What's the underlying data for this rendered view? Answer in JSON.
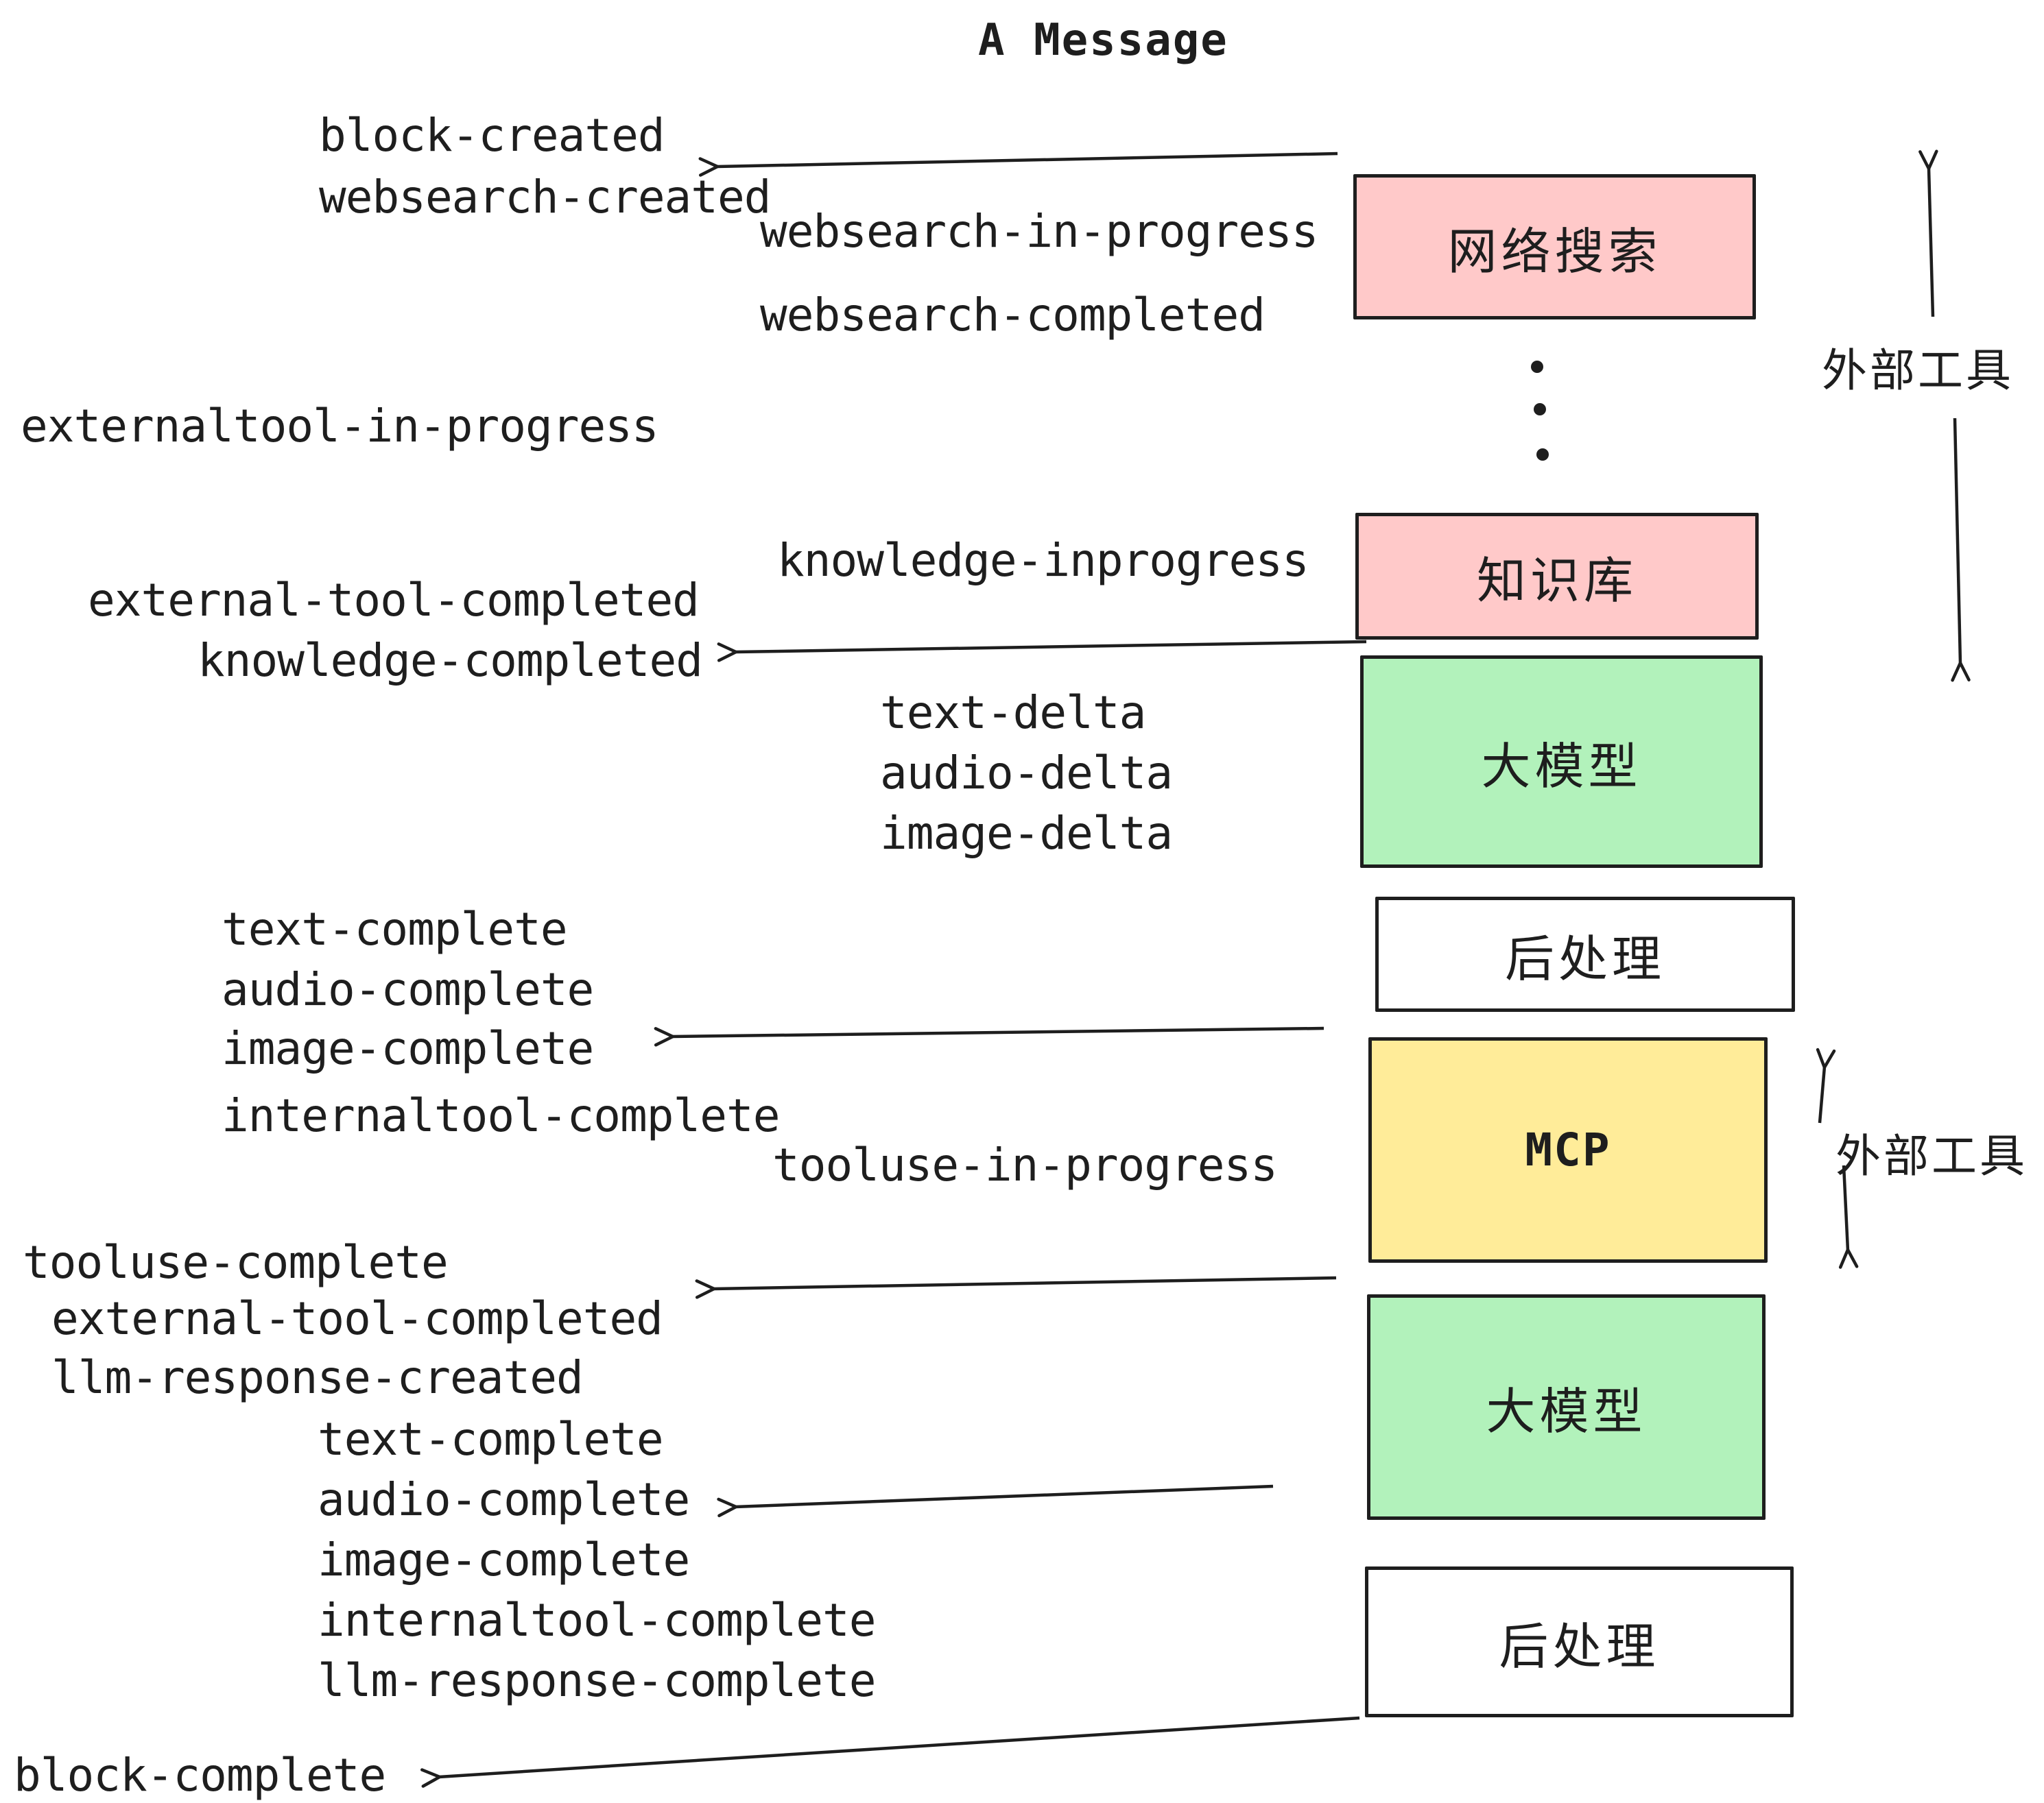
{
  "title": "A Message",
  "colors": {
    "pink": "#ffc9c9",
    "green": "#b2f2bb",
    "yellow": "#ffec99",
    "white": "#ffffff",
    "ink": "#1e1e1e"
  },
  "boxes": [
    {
      "id": "websearch",
      "label": "网络搜索",
      "color": "pink"
    },
    {
      "id": "knowledge",
      "label": "知识库",
      "color": "pink"
    },
    {
      "id": "llm-1",
      "label": "大模型",
      "color": "green"
    },
    {
      "id": "post-1",
      "label": "后处理",
      "color": "white"
    },
    {
      "id": "mcp",
      "label": "MCP",
      "color": "yellow"
    },
    {
      "id": "llm-2",
      "label": "大模型",
      "color": "green"
    },
    {
      "id": "post-2",
      "label": "后处理",
      "color": "white"
    }
  ],
  "side_labels": [
    {
      "text": "外部工具"
    },
    {
      "text": "外部工具"
    }
  ],
  "events": [
    {
      "text": "block-created"
    },
    {
      "text": "websearch-created"
    },
    {
      "text": "websearch-in-progress"
    },
    {
      "text": "websearch-completed"
    },
    {
      "text": "externaltool-in-progress"
    },
    {
      "text": "external-tool-completed"
    },
    {
      "text": "knowledge-completed"
    },
    {
      "text": "knowledge-inprogress"
    },
    {
      "text": "text-delta"
    },
    {
      "text": "audio-delta"
    },
    {
      "text": "image-delta"
    },
    {
      "text": "text-complete"
    },
    {
      "text": "audio-complete"
    },
    {
      "text": "image-complete"
    },
    {
      "text": "internaltool-complete"
    },
    {
      "text": "tooluse-in-progress"
    },
    {
      "text": "tooluse-complete"
    },
    {
      "text": "external-tool-completed"
    },
    {
      "text": "llm-response-created"
    },
    {
      "text": "text-complete"
    },
    {
      "text": "audio-complete"
    },
    {
      "text": "image-complete"
    },
    {
      "text": "internaltool-complete"
    },
    {
      "text": "llm-response-complete"
    },
    {
      "text": "block-complete"
    }
  ]
}
